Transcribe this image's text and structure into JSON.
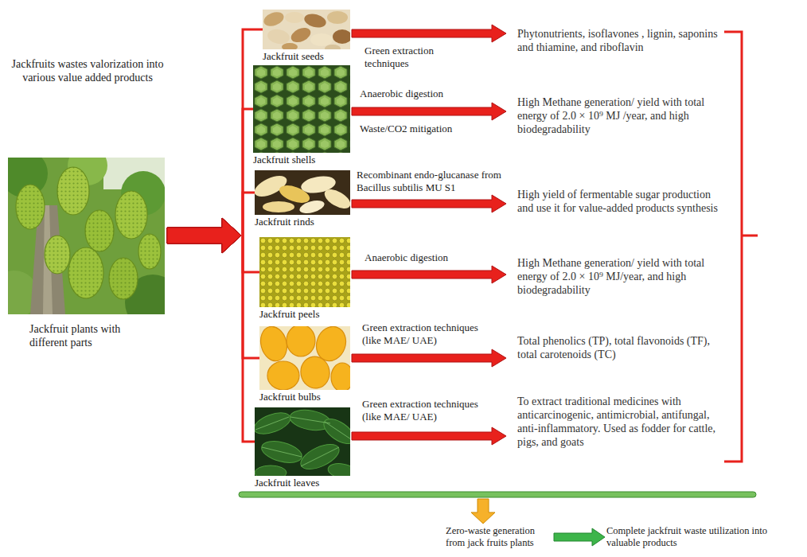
{
  "diagram": {
    "nodes": [
      {
        "text": [
          "Jackfruits wastes valorization into various value added products",
          "Jackfruit plants with different parts"
        ]
      },
      {
        "text": [
          "Jackfruit seeds"
        ]
      },
      {
        "text": [
          "Phytonutrients, isoflavones , lignin, saponins and thiamine, and riboflavin"
        ]
      },
      {
        "text": [
          "Jackfruit shells"
        ]
      },
      {
        "text": [
          "High Methane generation/ yield with total energy of 2.0 × 10⁹ MJ /year, and high biodegradability"
        ]
      },
      {
        "text": [
          "Jackfruit rinds"
        ]
      },
      {
        "text": [
          "High yield of fermentable sugar production and use it for value-added products synthesis"
        ]
      },
      {
        "text": [
          "Jackfruit peels"
        ]
      },
      {
        "text": [
          "High Methane generation/ yield with total energy of 2.0 × 10⁹ MJ/year, and high biodegradability"
        ]
      },
      {
        "text": [
          "Jackfruit bulbs"
        ]
      },
      {
        "text": [
          "Total phenolics (TP), total flavonoids (TF), total carotenoids (TC)"
        ]
      },
      {
        "text": [
          "Jackfruit leaves"
        ]
      },
      {
        "text": [
          "To extract traditional medicines with anticarcinogenic, antimicrobial, antifungal, anti-inflammatory. Used as fodder for cattle, pigs, and goats"
        ]
      },
      {
        "text": [
          "Zero-waste generation from jack fruits plants"
        ]
      },
      {
        "text": [
          "Complete jackfruit waste utilization into valuable products"
        ]
      }
    ],
    "edges": [
      {
        "from": 0,
        "to": 1,
        "arrow": "to"
      },
      {
        "from": 0,
        "to": 3,
        "arrow": "to"
      },
      {
        "from": 0,
        "to": 5,
        "arrow": "to"
      },
      {
        "from": 0,
        "to": 7,
        "arrow": "to"
      },
      {
        "from": 0,
        "to": 9,
        "arrow": "to"
      },
      {
        "from": 0,
        "to": 11,
        "arrow": "to"
      },
      {
        "from": 1,
        "to": 2,
        "label": "Green extraction techniques",
        "arrow": "to"
      },
      {
        "from": 3,
        "to": 4,
        "label": "Anaerobic digestion",
        "arrow": "to"
      },
      {
        "from": 5,
        "to": 6,
        "label": "Recombinant endo-glucanase from Bacillus subtilis MU S1",
        "arrow": "to"
      },
      {
        "from": 7,
        "to": 8,
        "label": "Anaerobic digestion",
        "arrow": "to"
      },
      {
        "from": 9,
        "to": 10,
        "label": "Green extraction techniques (like MAE/ UAE)",
        "arrow": "to"
      },
      {
        "from": 11,
        "to": 12,
        "label": "Green extraction techniques (like MAE/ UAE)",
        "arrow": "to"
      },
      {
        "from": 13,
        "to": 14,
        "arrow": "to"
      }
    ],
    "labels": [
      "Waste/CO2 mitigation"
    ]
  }
}
